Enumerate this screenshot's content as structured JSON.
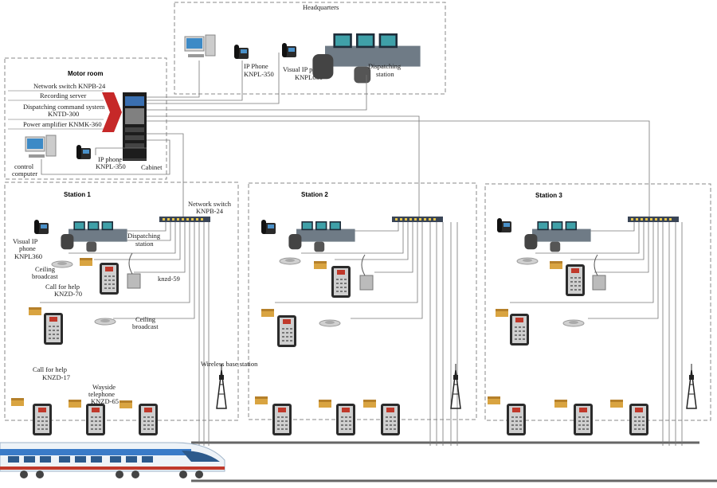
{
  "headquarters": {
    "title": "Headquarters",
    "ip_phone": [
      "IP Phone",
      "KNPL-350"
    ],
    "visual_phone": [
      "Visual IP phone",
      "KNPL600"
    ],
    "dispatch": [
      "Dispatching",
      "station"
    ]
  },
  "motor_room": {
    "title": "Motor room",
    "items": [
      "Network switch KNPB-24",
      "Recording server",
      "Dispatching command system",
      "KNTD-300",
      "Power amplifier KNMK-360"
    ],
    "control": [
      "control",
      "computer"
    ],
    "ip_phone": [
      "IP phone",
      "KNPL-350"
    ],
    "cabinet": "Cabinet"
  },
  "station1": {
    "title": "Station 1",
    "switch": [
      "Network switch",
      "KNPB-24"
    ],
    "visual": [
      "Visual IP",
      "phone",
      "KNPL360"
    ],
    "dispatch": [
      "Dispatching",
      "station"
    ],
    "ceiling_a": [
      "Ceiling",
      "broadcast"
    ],
    "call70": [
      "Call for help",
      "KNZD-70"
    ],
    "knzd59": "knzd-59",
    "ceiling_b": [
      "Ceiling",
      "broadcast"
    ],
    "call17": [
      "Call for help",
      "KNZD-17"
    ],
    "wayside": [
      "Wayside",
      "telephone",
      "KNZD-65"
    ]
  },
  "station2": {
    "title": "Station 2"
  },
  "station3": {
    "title": "Station 3"
  },
  "wireless": "Wireless base station"
}
